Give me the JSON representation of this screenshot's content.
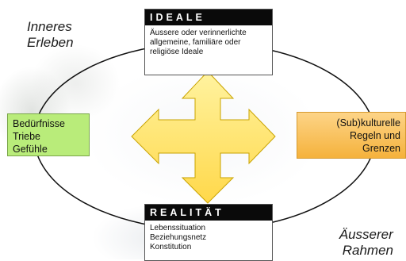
{
  "labels": {
    "inner_experience": [
      "Inneres",
      "Erleben"
    ],
    "outer_frame": [
      "Äusserer",
      "Rahmen"
    ]
  },
  "ideale": {
    "title": "IDEALE",
    "lines": [
      "Äussere oder verinnerlichte",
      "allgemeine, familiäre oder",
      "religiöse Ideale"
    ]
  },
  "realitaet": {
    "title": "REALITÄT",
    "lines": [
      "Lebenssituation",
      "Beziehungsnetz",
      "Konstitution"
    ]
  },
  "needs": {
    "lines": [
      "Bedürfnisse",
      "Triebe",
      "Gefühle"
    ]
  },
  "culture": {
    "lines": [
      "(Sub)kulturelle",
      "Regeln und",
      "Grenzen"
    ]
  },
  "colors": {
    "needs_box": "#b9ec7a",
    "culture_box": "#f5b23c",
    "arrow": "#ffe26a",
    "header": "#0a0a0a"
  }
}
